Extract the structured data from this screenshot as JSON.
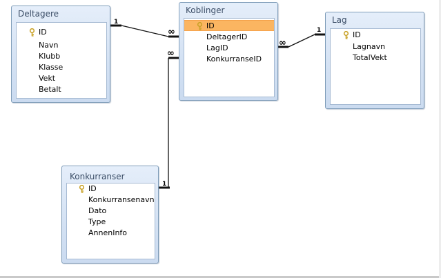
{
  "tables": {
    "deltagere": {
      "title": "Deltagere",
      "fields": [
        "ID",
        "Navn",
        "Klubb",
        "Klasse",
        "Vekt",
        "Betalt"
      ]
    },
    "koblinger": {
      "title": "Koblinger",
      "fields": [
        "ID",
        "DeltagerID",
        "LagID",
        "KonkurranseID"
      ],
      "selected_field": "ID"
    },
    "lag": {
      "title": "Lag",
      "fields": [
        "ID",
        "Lagnavn",
        "TotalVekt"
      ]
    },
    "konkurranser": {
      "title": "Konkurranser",
      "fields": [
        "ID",
        "Konkurransenavn",
        "Dato",
        "Type",
        "AnnenInfo"
      ]
    }
  },
  "relationships": [
    {
      "from": "Deltagere.ID",
      "to": "Koblinger.DeltagerID",
      "one_label": "1",
      "many_label": "∞"
    },
    {
      "from": "Lag.ID",
      "to": "Koblinger.LagID",
      "one_label": "1",
      "many_label": "∞"
    },
    {
      "from": "Konkurranser.ID",
      "to": "Koblinger.KonkurranseID",
      "one_label": "1",
      "many_label": "∞"
    }
  ],
  "colors": {
    "selection": "#fbb561",
    "table_border": "#7f9db9",
    "title_text": "#3b4d66",
    "primary_key_icon": "#c9a227"
  }
}
